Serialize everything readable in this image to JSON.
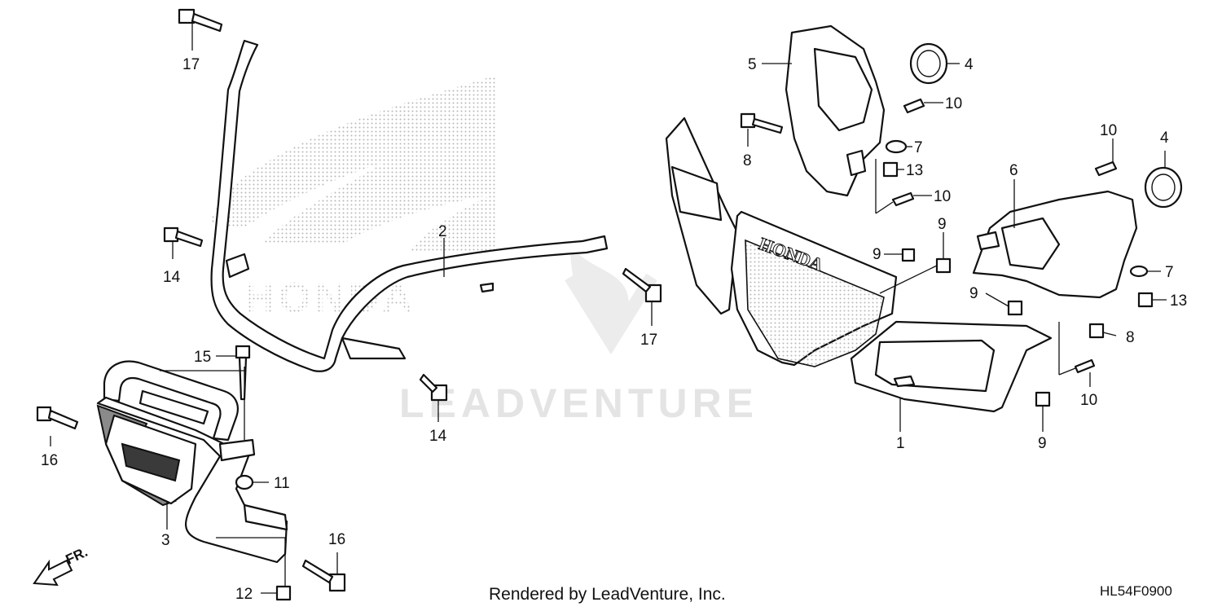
{
  "watermark": {
    "text": "LEADVENTURE"
  },
  "brand": {
    "grille_badge": "HONDA",
    "logo_text": "HONDA"
  },
  "front_marker": {
    "label": "FR."
  },
  "callouts": {
    "c1": "1",
    "c2": "2",
    "c3": "3",
    "c4a": "4",
    "c4b": "4",
    "c5": "5",
    "c6": "6",
    "c7a": "7",
    "c7b": "7",
    "c8a": "8",
    "c8b": "8",
    "c9a": "9",
    "c9b": "9",
    "c9c": "9",
    "c9d": "9",
    "c10a": "10",
    "c10b": "10",
    "c10c": "10",
    "c10d": "10",
    "c11": "11",
    "c12": "12",
    "c13a": "13",
    "c13b": "13",
    "c14a": "14",
    "c14b": "14",
    "c15": "15",
    "c16a": "16",
    "c16b": "16",
    "c17a": "17",
    "c17b": "17"
  },
  "footer": {
    "rendered_by": "Rendered by LeadVenture, Inc.",
    "diagram_code": "HL54F0900"
  },
  "colors": {
    "ink": "#111111",
    "dots": "#b8b8b8",
    "watermark": "#e4e4e4"
  }
}
